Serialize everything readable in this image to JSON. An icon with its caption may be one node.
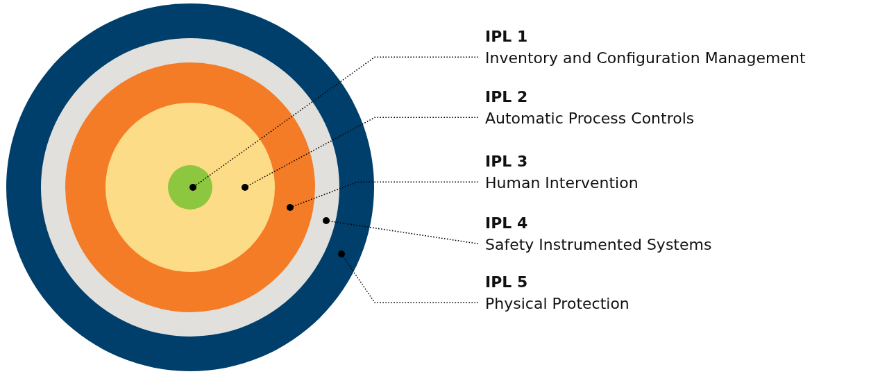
{
  "diagram": {
    "nodes": [
      {
        "text": [],
        "shape": "circle"
      },
      {
        "text": [],
        "shape": "circle",
        "in": 0
      },
      {
        "text": [],
        "shape": "circle",
        "in": 1
      },
      {
        "text": [],
        "shape": "circle",
        "in": 2
      },
      {
        "text": [],
        "shape": "circle",
        "in": 3
      },
      {
        "text": [
          "IPL 1",
          "Inventory and Configuration Management"
        ]
      },
      {
        "text": [
          "IPL 2",
          "Automatic Process Controls"
        ]
      },
      {
        "text": [
          "IPL 3",
          "Human Intervention"
        ]
      },
      {
        "text": [
          "IPL 4",
          "Safety Instrumented Systems"
        ]
      },
      {
        "text": [
          "IPL 5",
          "Physical Protection"
        ]
      }
    ],
    "edges": [
      {
        "from": 5,
        "to": 4,
        "arrow": "other"
      },
      {
        "from": 6,
        "to": 3,
        "arrow": "other"
      },
      {
        "from": 7,
        "to": 2,
        "arrow": "other"
      },
      {
        "from": 8,
        "to": 1,
        "arrow": "other"
      },
      {
        "from": 9,
        "to": 0,
        "arrow": "other"
      }
    ]
  }
}
